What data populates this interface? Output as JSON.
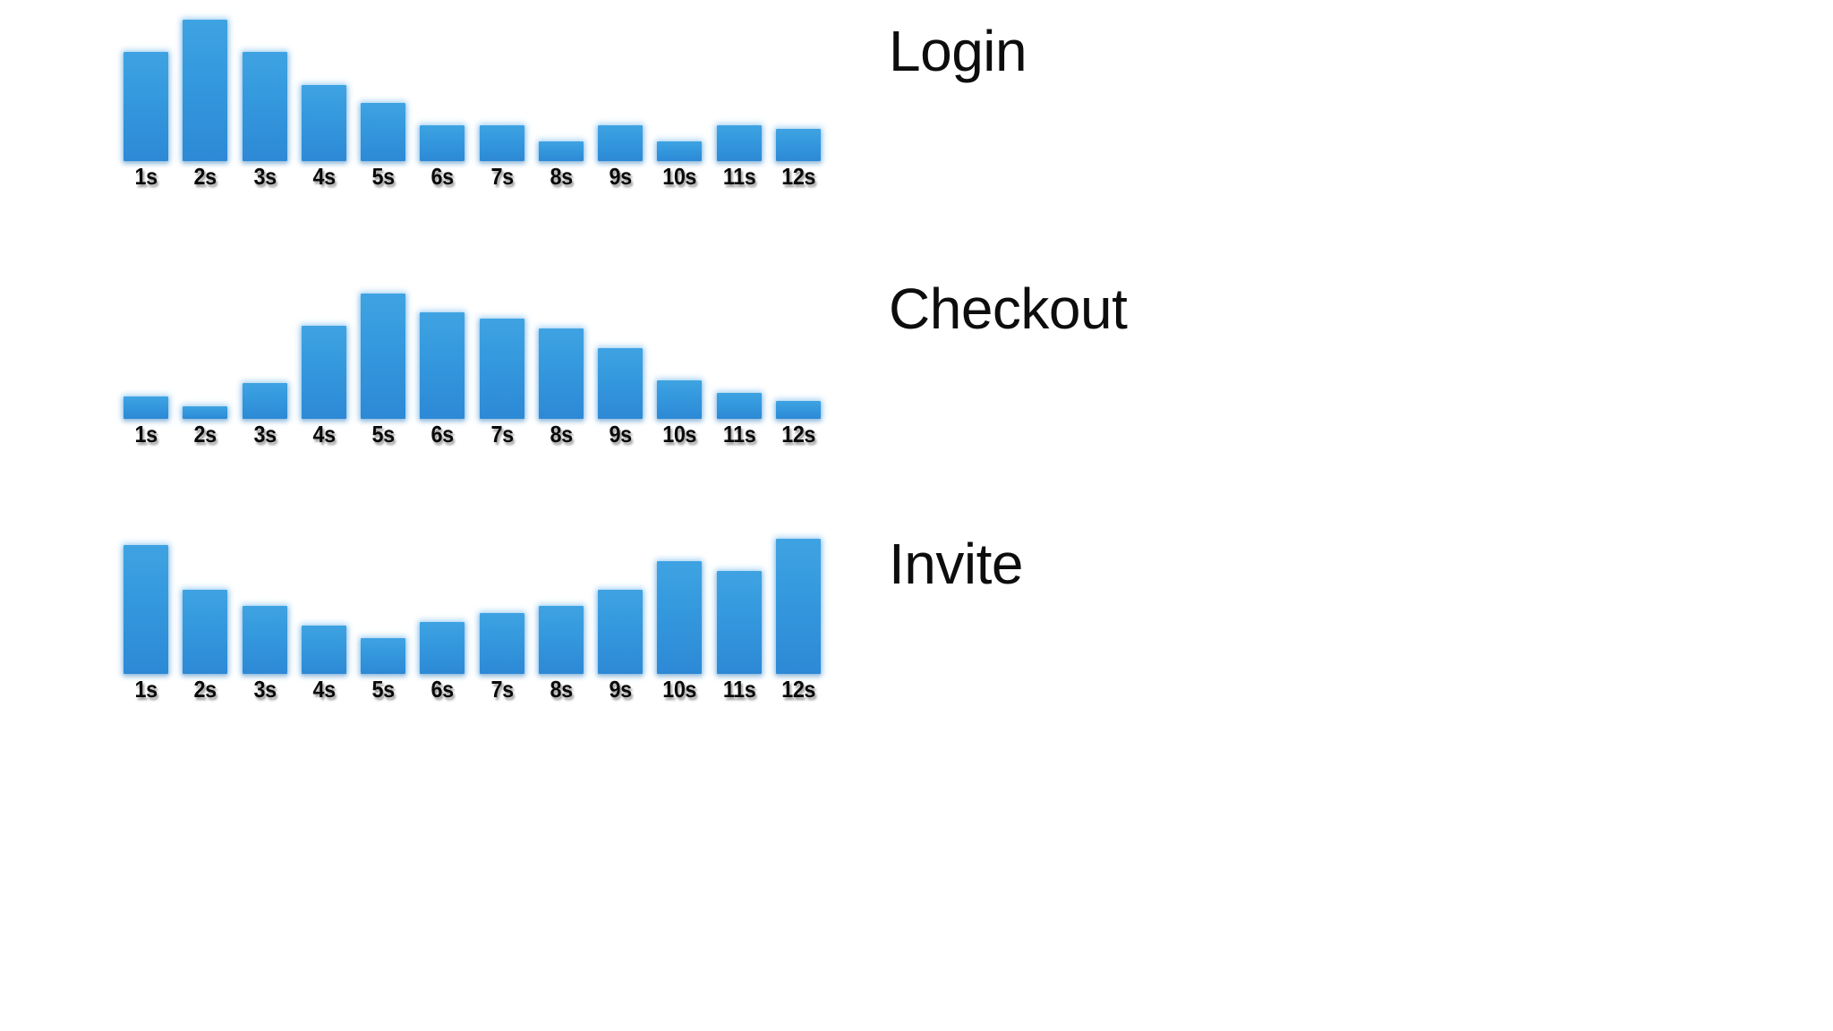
{
  "page": {
    "background_color": "#ffffff",
    "bar_color": "#3498db",
    "bar_color_top": "#3fa3e2",
    "bar_color_bottom": "#2d89d6",
    "label_color": "#0d0d0d",
    "tick_color": "#0a0a0a"
  },
  "chart_data": [
    {
      "type": "bar",
      "title": "Login",
      "xlabel": "",
      "ylabel": "",
      "categories": [
        "1s",
        "2s",
        "3s",
        "4s",
        "5s",
        "6s",
        "7s",
        "8s",
        "9s",
        "10s",
        "11s",
        "12s"
      ],
      "values": [
        68,
        88,
        68,
        47,
        36,
        22,
        22,
        12,
        22,
        12,
        22,
        20
      ],
      "ylim": [
        0,
        100
      ],
      "grid": false,
      "legend": "none"
    },
    {
      "type": "bar",
      "title": "Checkout",
      "xlabel": "",
      "ylabel": "",
      "categories": [
        "1s",
        "2s",
        "3s",
        "4s",
        "5s",
        "6s",
        "7s",
        "8s",
        "9s",
        "10s",
        "11s",
        "12s"
      ],
      "values": [
        14,
        8,
        22,
        58,
        78,
        66,
        62,
        56,
        44,
        24,
        16,
        11
      ],
      "ylim": [
        0,
        100
      ],
      "grid": false,
      "legend": "none"
    },
    {
      "type": "bar",
      "title": "Invite",
      "xlabel": "",
      "ylabel": "",
      "categories": [
        "1s",
        "2s",
        "3s",
        "4s",
        "5s",
        "6s",
        "7s",
        "8s",
        "9s",
        "10s",
        "11s",
        "12s"
      ],
      "values": [
        80,
        52,
        42,
        30,
        22,
        32,
        38,
        42,
        52,
        70,
        64,
        84
      ],
      "ylim": [
        0,
        100
      ],
      "grid": false,
      "legend": "none"
    }
  ]
}
